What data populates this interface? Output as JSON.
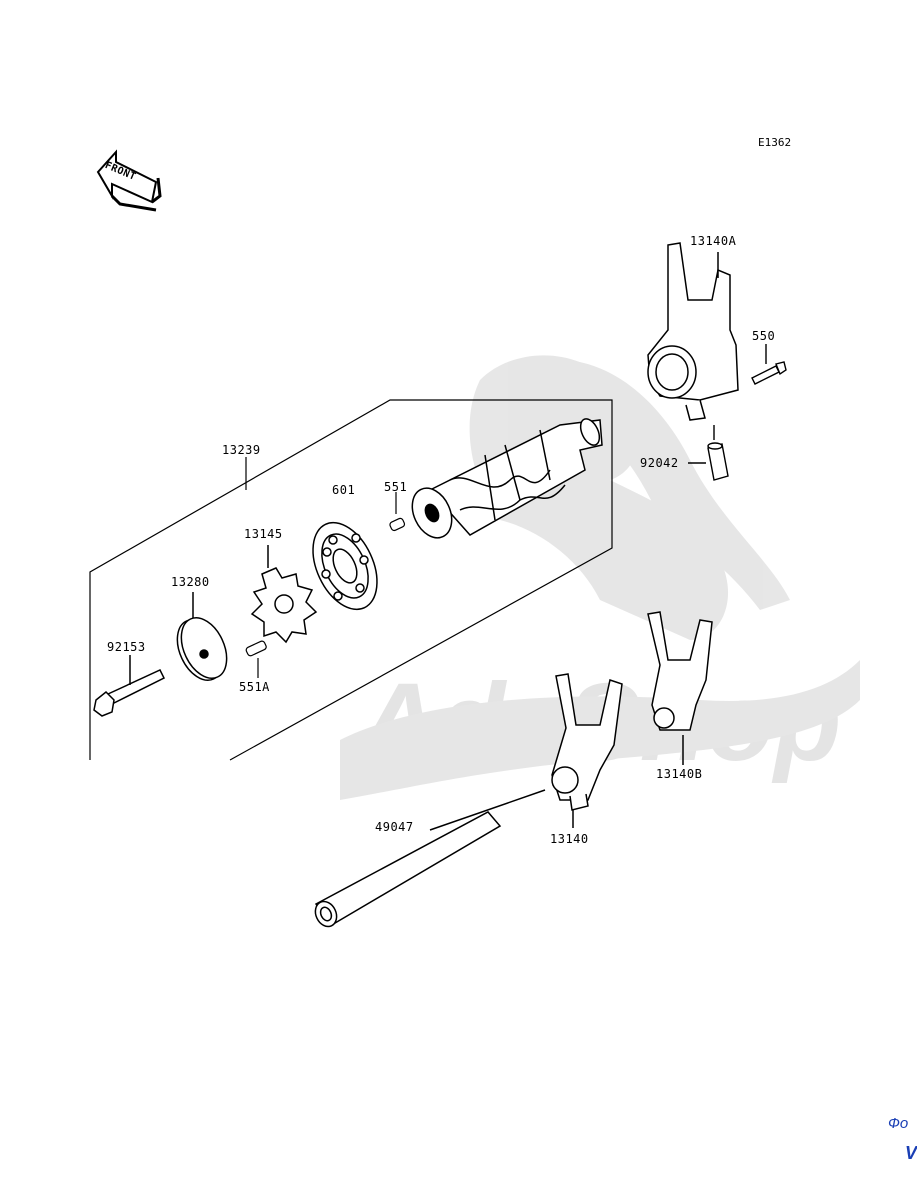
{
  "diagram_code": "E1362",
  "front_label": "FRONT",
  "watermark_text": "AdvShop",
  "corner_text_1": "Фо",
  "corner_text_2": "V",
  "parts": {
    "p13140A": "13140A",
    "p550": "550",
    "p92042": "92042",
    "p13239": "13239",
    "p601": "601",
    "p551": "551",
    "p13145": "13145",
    "p13280": "13280",
    "p92153": "92153",
    "p551A": "551A",
    "p13140B": "13140B",
    "p49047": "49047",
    "p13140": "13140"
  },
  "colors": {
    "line": "#000000",
    "watermark": "#d9d9d9",
    "accent_text": "#1a3fb5"
  }
}
